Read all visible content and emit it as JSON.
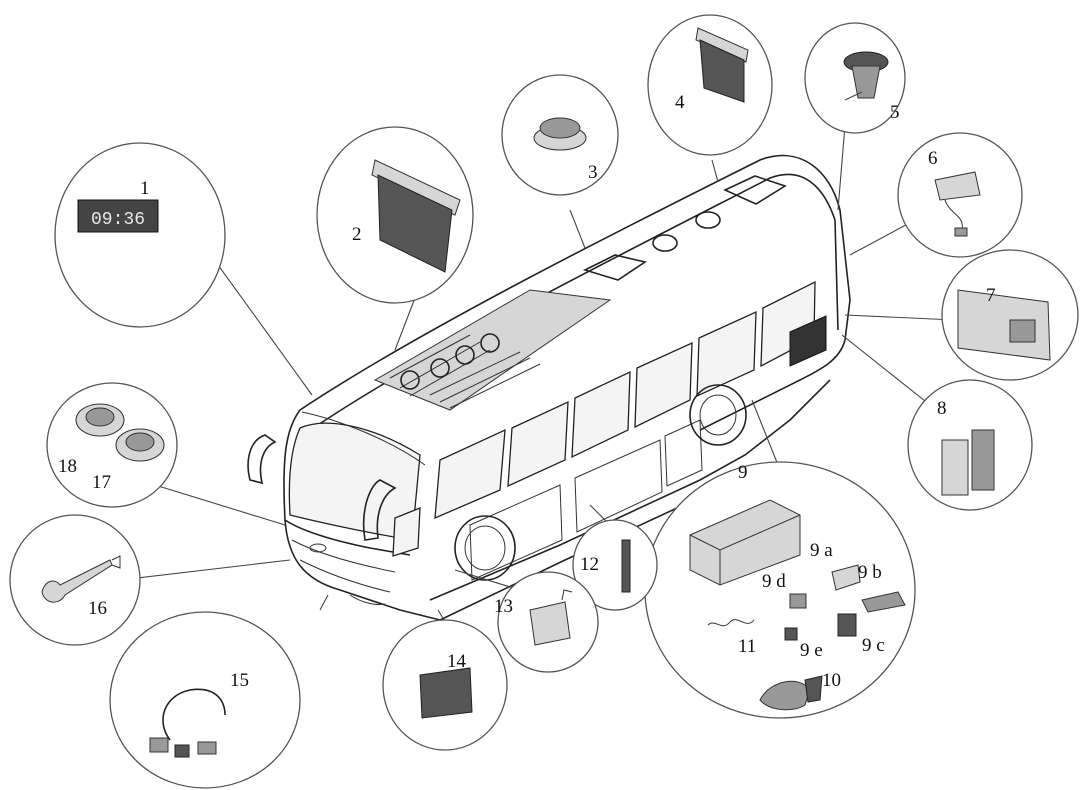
{
  "clock_display": "09:36",
  "labels": {
    "l1": "1",
    "l2": "2",
    "l3": "3",
    "l4": "4",
    "l5": "5",
    "l6": "6",
    "l7": "7",
    "l8": "8",
    "l9": "9",
    "l9a": "9 a",
    "l9b": "9 b",
    "l9c": "9 c",
    "l9d": "9 d",
    "l9e": "9 e",
    "l10": "10",
    "l11": "11",
    "l12": "12",
    "l13": "13",
    "l14": "14",
    "l15": "15",
    "l16": "16",
    "l17": "17",
    "l18": "18"
  }
}
